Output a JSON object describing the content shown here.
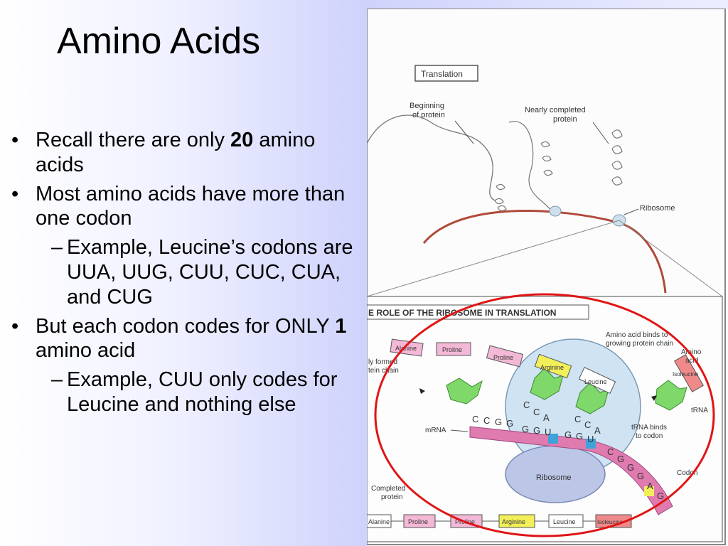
{
  "slide": {
    "title": "Amino Acids",
    "bullet1_pre": "Recall there are only ",
    "bullet1_bold": "20",
    "bullet1_post": " amino acids",
    "bullet2": "Most amino acids have more than one codon",
    "sub1": "Example, Leucine’s codons are UUA, UUG, CUU, CUC, CUA, and CUG",
    "bullet3_pre": "But each codon codes for ONLY ",
    "bullet3_bold": "1",
    "bullet3_post": " amino acid",
    "sub2": "Example, CUU only codes for Leucine and nothing else",
    "bullet_mark": "•",
    "dash_mark": "–"
  },
  "figure": {
    "top_box": "Translation",
    "beginning": [
      "Beginning",
      "of protein"
    ],
    "nearly": [
      "Nearly completed",
      "protein"
    ],
    "ribosome_top": "Ribosome",
    "panel_title": "E ROLE OF THE RIBOSOME IN TRANSLATION",
    "amino_binds": [
      "Amino acid binds to",
      "growing protein chain"
    ],
    "amino_acid": [
      "Amino",
      "acid"
    ],
    "trna": "tRNA",
    "trna_binds": [
      "tRNA binds",
      "to codon"
    ],
    "mrna": "mRNA",
    "ribosome": "Ribosome",
    "codon": "Codon",
    "completed": [
      "Completed",
      "protein"
    ],
    "formed": [
      "ly formed",
      "tein chain"
    ],
    "chain_top": [
      "Alanine",
      "Proline",
      "Proline",
      "Arginine",
      "Leucine",
      "Isoleucine"
    ],
    "chain_bottom": [
      "Alanine",
      "Proline",
      "Proline",
      "Arginine",
      "Leucine",
      "Isoleucine"
    ],
    "bases_left": [
      "C",
      "C",
      "G",
      "G"
    ],
    "anticodon1": [
      "C",
      "C",
      "A"
    ],
    "anticodon2": [
      "C",
      "C",
      "A"
    ],
    "bases_mid": [
      "G",
      "G",
      "U",
      "G",
      "G",
      "U"
    ],
    "bases_right": [
      "C",
      "G",
      "G",
      "G",
      "A",
      "G"
    ]
  }
}
